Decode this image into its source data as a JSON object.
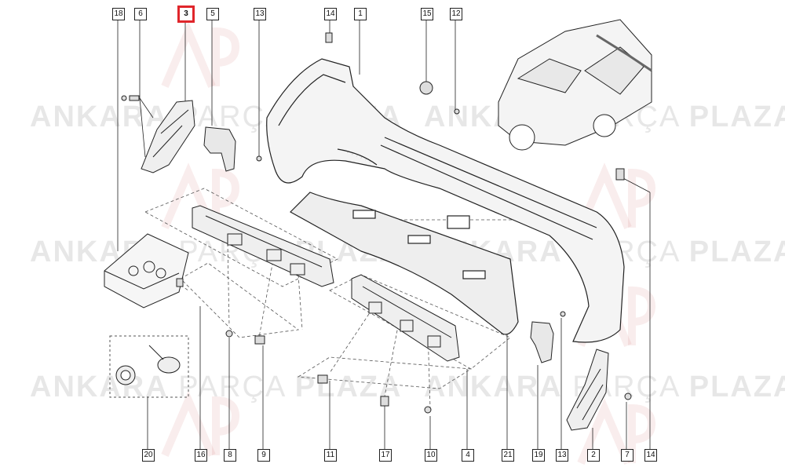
{
  "watermark": {
    "part1": "ANKARA",
    "part2": "PARÇA",
    "part3": "PLAZA"
  },
  "highlighted_part": "3",
  "colors": {
    "highlight": "#e0262b",
    "line": "#222222",
    "part_fill": "#f2f2f2",
    "watermark": "#b0b0b0"
  },
  "labels": {
    "p18": "18",
    "p6": "6",
    "p3": "3",
    "p5": "5",
    "p13a": "13",
    "p14a": "14",
    "p1": "1",
    "p15": "15",
    "p12": "12",
    "p20": "20",
    "p16": "16",
    "p8": "8",
    "p9": "9",
    "p11": "11",
    "p17": "17",
    "p10": "10",
    "p4": "4",
    "p21": "21",
    "p19": "19",
    "p13b": "13",
    "p2": "2",
    "p7": "7",
    "p14b": "14"
  }
}
